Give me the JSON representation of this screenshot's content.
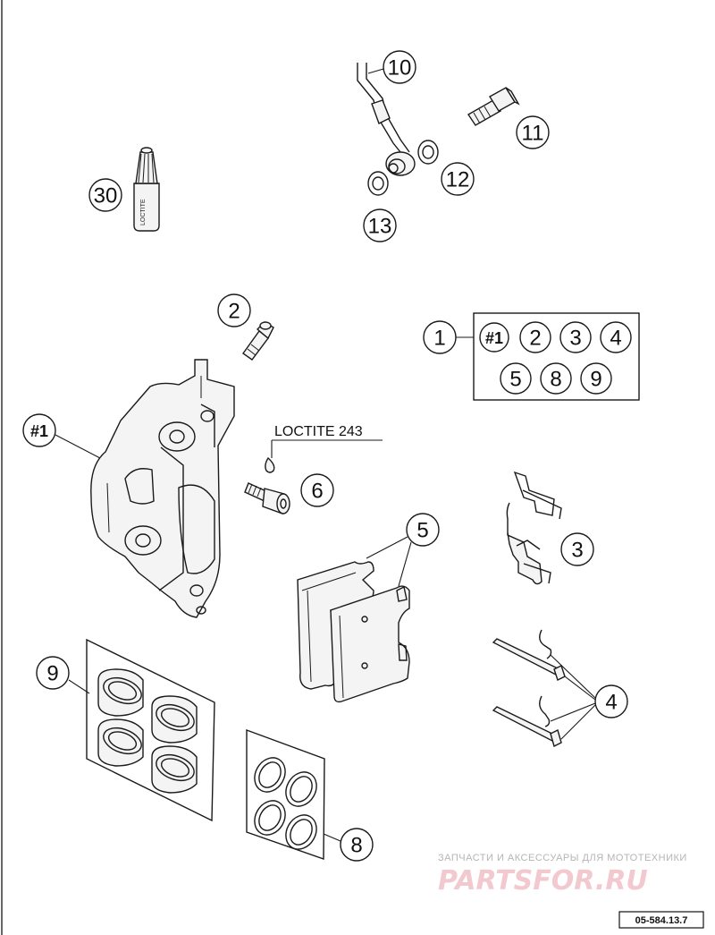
{
  "callouts": {
    "c30": "30",
    "c10": "10",
    "c11": "11",
    "c12": "12",
    "c13": "13",
    "c2": "2",
    "c1": "1",
    "h1": "#1",
    "k1": "#1",
    "k2": "2",
    "k3": "3",
    "k4": "4",
    "k5": "5",
    "k8": "8",
    "k9": "9",
    "c6": "6",
    "c5": "5",
    "c3": "3",
    "c4": "4",
    "c9": "9",
    "c8": "8"
  },
  "loctite_label": "LOCTITE 243",
  "bottle_label": "LOCTITE",
  "watermark": {
    "caption": "ЗАПЧАСТИ И АКСЕССУАРЫ ДЛЯ МОТОТЕХНИКИ",
    "logo": "PARTSFOR.RU"
  },
  "diagram_code": "05-584.13.7"
}
